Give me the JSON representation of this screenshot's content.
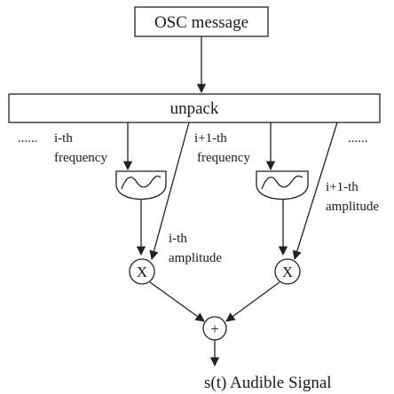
{
  "nodes": {
    "osc_label": "OSC message",
    "unpack_label": "unpack",
    "mult_left": "X",
    "mult_right": "X",
    "adder": "+"
  },
  "labels": {
    "dots_left": "......",
    "dots_right": "......",
    "freq_i_line1": "i-th",
    "freq_i_line2": "frequency",
    "freq_i1_line1": "i+1-th",
    "freq_i1_line2": "frequency",
    "amp_i_line1": "i-th",
    "amp_i_line2": "amplitude",
    "amp_i1_line1": "i+1-th",
    "amp_i1_line2": "amplitude",
    "output": "s(t) Audible Signal"
  }
}
